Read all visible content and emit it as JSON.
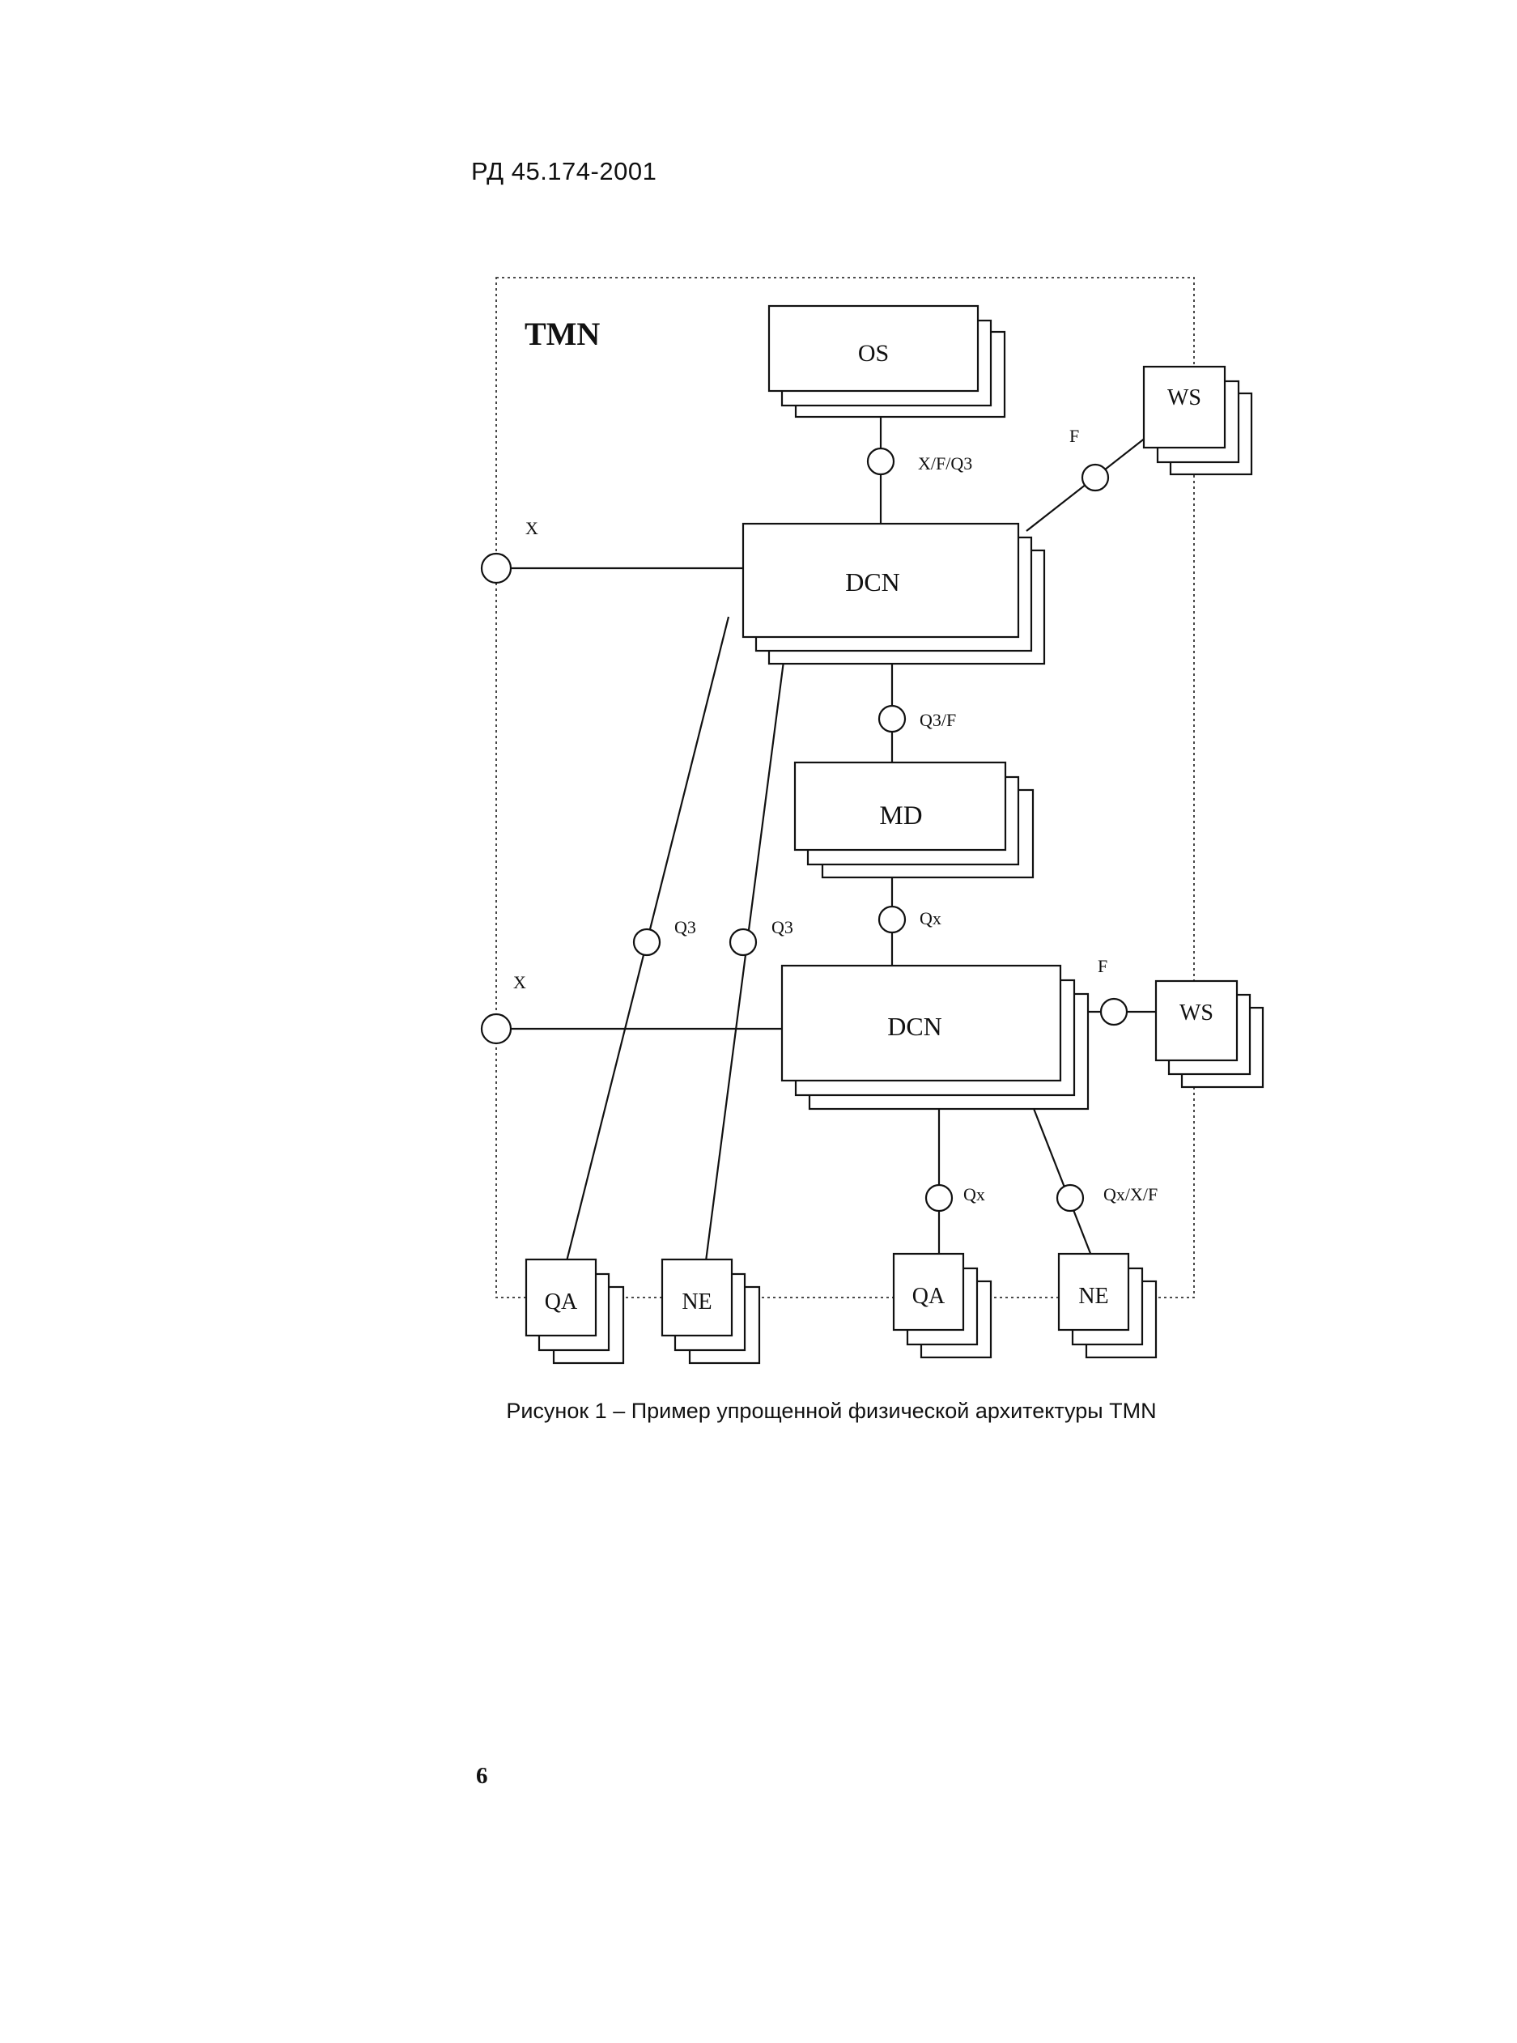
{
  "header": {
    "doc_id": "РД 45.174-2001"
  },
  "diagram": {
    "frame_label": "TMN",
    "nodes": {
      "os": "OS",
      "dcn_top": "DCN",
      "md": "MD",
      "dcn_bottom": "DCN",
      "ws_top": "WS",
      "ws_bottom": "WS",
      "qa_left": "QA",
      "ne_left": "NE",
      "qa_right": "QA",
      "ne_right": "NE"
    },
    "interfaces": {
      "os_dcn": "X/F/Q3",
      "ws_top": "F",
      "x_top": "X",
      "dcn_md": "Q3/F",
      "q3_left": "Q3",
      "q3_right": "Q3",
      "md_dcn": "Qx",
      "x_bottom": "X",
      "ws_bottom": "F",
      "qa_bottom": "Qx",
      "ne_bottom": "Qx/X/F"
    }
  },
  "caption": "Рисунок 1 – Пример упрощенной физической архитектуры TMN",
  "page_number": "6"
}
